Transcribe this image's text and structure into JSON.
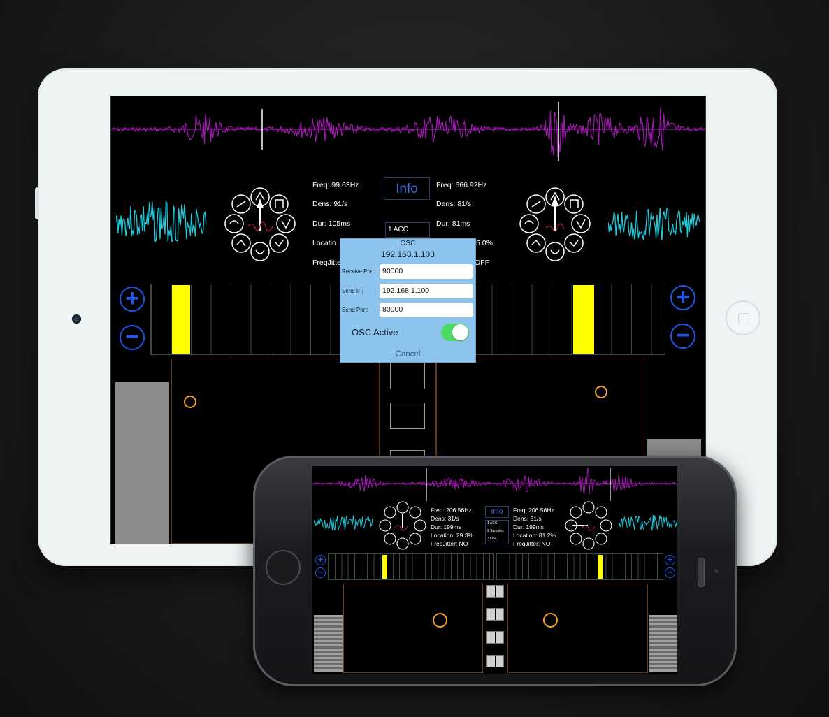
{
  "tablet": {
    "left_params": [
      "Freq: 99.63Hz",
      "Dens: 91/s",
      "Dur: 105ms",
      "Locatio",
      "FreqJitte"
    ],
    "right_params": [
      "Freq: 666.92Hz",
      "Dens: 81/s",
      "Dur: 81ms",
      "5.0%",
      "OFF"
    ],
    "info_label": "Info",
    "mode_label": "1 ACC",
    "plus_symbol": "+",
    "minus_symbol": "−",
    "osc": {
      "title": "OSC",
      "ip": "192.168.1.103",
      "receive_port_label": "Receive Port:",
      "receive_port_value": "90000",
      "send_ip_label": "Send IP:",
      "send_ip_value": "192.168.1.100",
      "send_port_label": "Send Port:",
      "send_port_value": "80000",
      "active_label": "OSC Active",
      "cancel_label": "Cancel"
    }
  },
  "phone": {
    "left_params": [
      "Freq: 206.56Hz",
      "Dens: 31/s",
      "Dur: 199ms",
      "Location: 29.3%",
      "FreqJitter: NO"
    ],
    "right_params": [
      "Freq: 206.56Hz",
      "Dens: 31/s",
      "Dur: 199ms",
      "Location: 81.2%",
      "FreqJitter: NO"
    ],
    "info_label": "Info",
    "menu_items": [
      "1 ACC",
      "2 Samples",
      "3 OSC"
    ],
    "plus_symbol": "+",
    "minus_symbol": "−"
  },
  "colors": {
    "waveform": "#a01ab0",
    "oscilloscope": "#20c8d8",
    "step_active": "#ffff00",
    "accent_blue": "#1e56e8",
    "pad_ring": "#f4a020",
    "dialog_bg": "#8dc4ee",
    "toggle_on": "#4cd964"
  },
  "icons": [
    "waveform-selector-icon",
    "plus-icon",
    "minus-icon",
    "toggle-switch",
    "home-button-icon"
  ]
}
